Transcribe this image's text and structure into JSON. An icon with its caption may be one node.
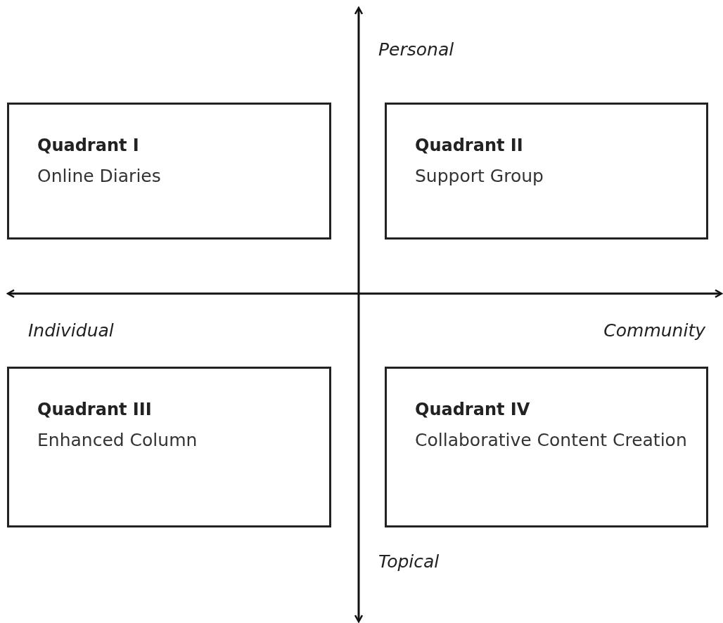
{
  "diagram": {
    "nodes": [
      {
        "text": [
          "Quadrant I",
          "Online Diaries"
        ]
      },
      {
        "text": [
          "Quadrant II",
          "Support Group"
        ]
      },
      {
        "text": [
          "Quadrant III",
          "Enhanced Column"
        ]
      },
      {
        "text": [
          "Quadrant IV",
          "Collaborative Content Creation"
        ]
      }
    ],
    "edges": [],
    "labels": [
      "Personal",
      "Individual",
      "Community",
      "Topical"
    ]
  }
}
